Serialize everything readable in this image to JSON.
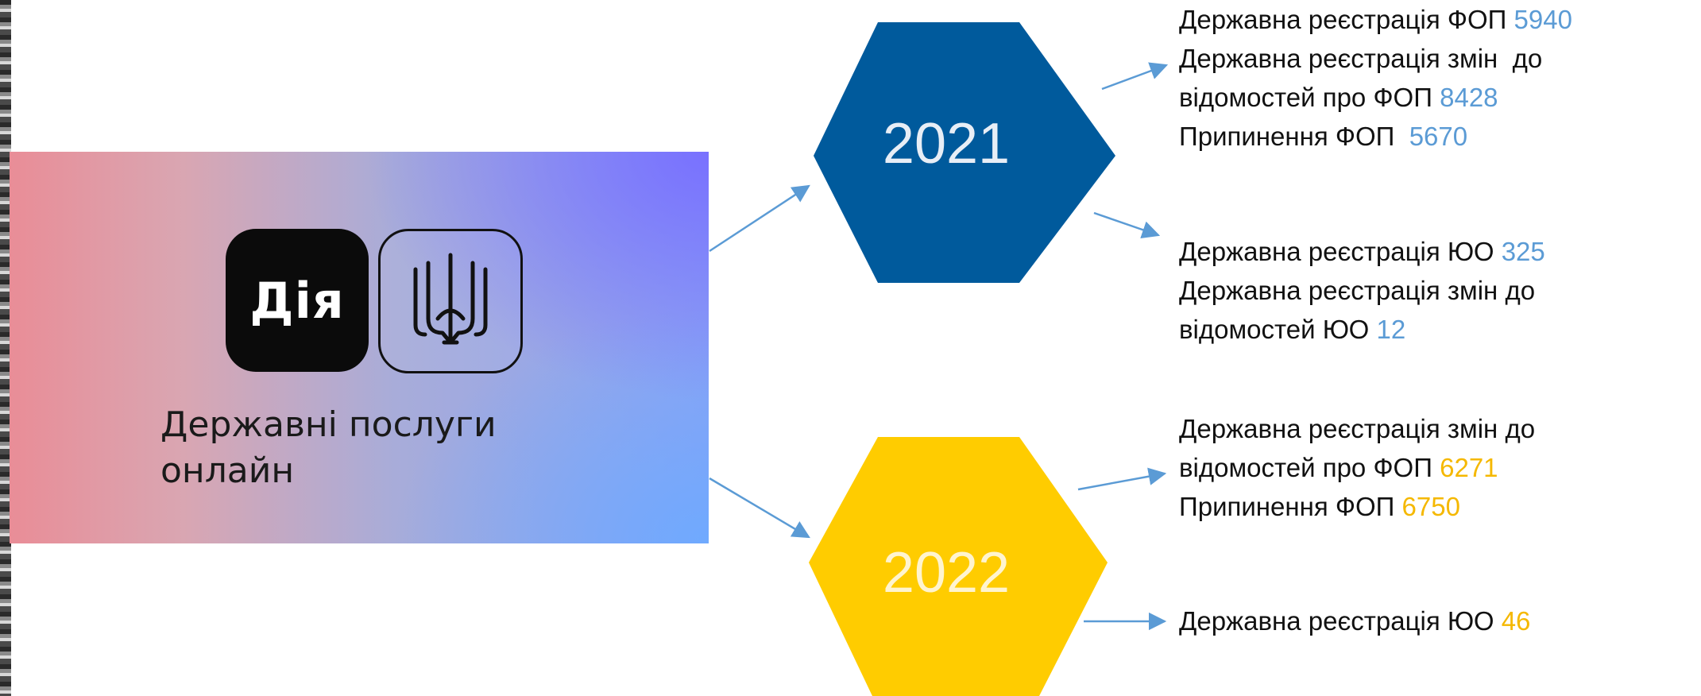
{
  "banner": {
    "logo_text": "Дія",
    "title_line1": "Державні послуги",
    "title_line2": "онлайн"
  },
  "colors": {
    "hex_2021": "#005a9c",
    "hex_2022": "#ffcc00",
    "value_2021": "#5b9bd5",
    "value_2022": "#f5b800",
    "arrow": "#5b9bd5"
  },
  "years": {
    "y2021": {
      "label": "2021",
      "groups": [
        {
          "items": [
            {
              "text": "Державна реєстрація ФОП ",
              "value": "5940"
            },
            {
              "text": "Державна реєстрація змін  до\nвідомостей про ФОП ",
              "value": "8428"
            },
            {
              "text": "Припинення ФОП  ",
              "value": "5670"
            }
          ]
        },
        {
          "items": [
            {
              "text": "Державна реєстрація ЮО ",
              "value": "325"
            },
            {
              "text": "Державна реєстрація змін до\nвідомостей ЮО ",
              "value": "12"
            }
          ]
        }
      ]
    },
    "y2022": {
      "label": "2022",
      "groups": [
        {
          "items": [
            {
              "text": "Державна реєстрація змін до\nвідомостей про ФОП ",
              "value": "6271"
            },
            {
              "text": "Припинення ФОП ",
              "value": "6750"
            }
          ]
        },
        {
          "items": [
            {
              "text": "Державна реєстрація ЮО ",
              "value": "46"
            }
          ]
        }
      ]
    }
  }
}
